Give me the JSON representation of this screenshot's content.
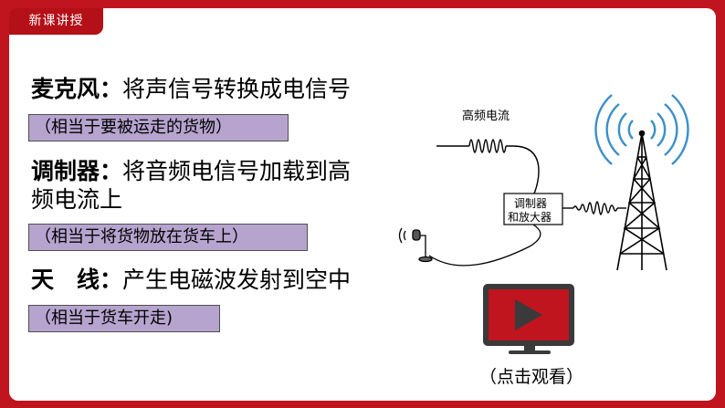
{
  "header": {
    "section_tag": "新课讲授"
  },
  "content": {
    "items": [
      {
        "term": "麦克风：",
        "desc": "将声信号转换成电信号",
        "analogy": "（相当于要被运走的货物）"
      },
      {
        "term": "调制器：",
        "desc": "将音频电信号加载到高",
        "desc2": "频电流上",
        "analogy": "（相当于将货物放在货车上）"
      },
      {
        "term": "天　线：",
        "desc": "产生电磁波发射到空中",
        "analogy": "（相当于货车开走)"
      }
    ]
  },
  "diagram": {
    "hf_label": "高频电流",
    "modulator_line1": "调制器",
    "modulator_line2": "和放大器"
  },
  "video": {
    "caption": "（点击观看）",
    "icon": "play-monitor-icon",
    "accent": "#c0141e"
  }
}
